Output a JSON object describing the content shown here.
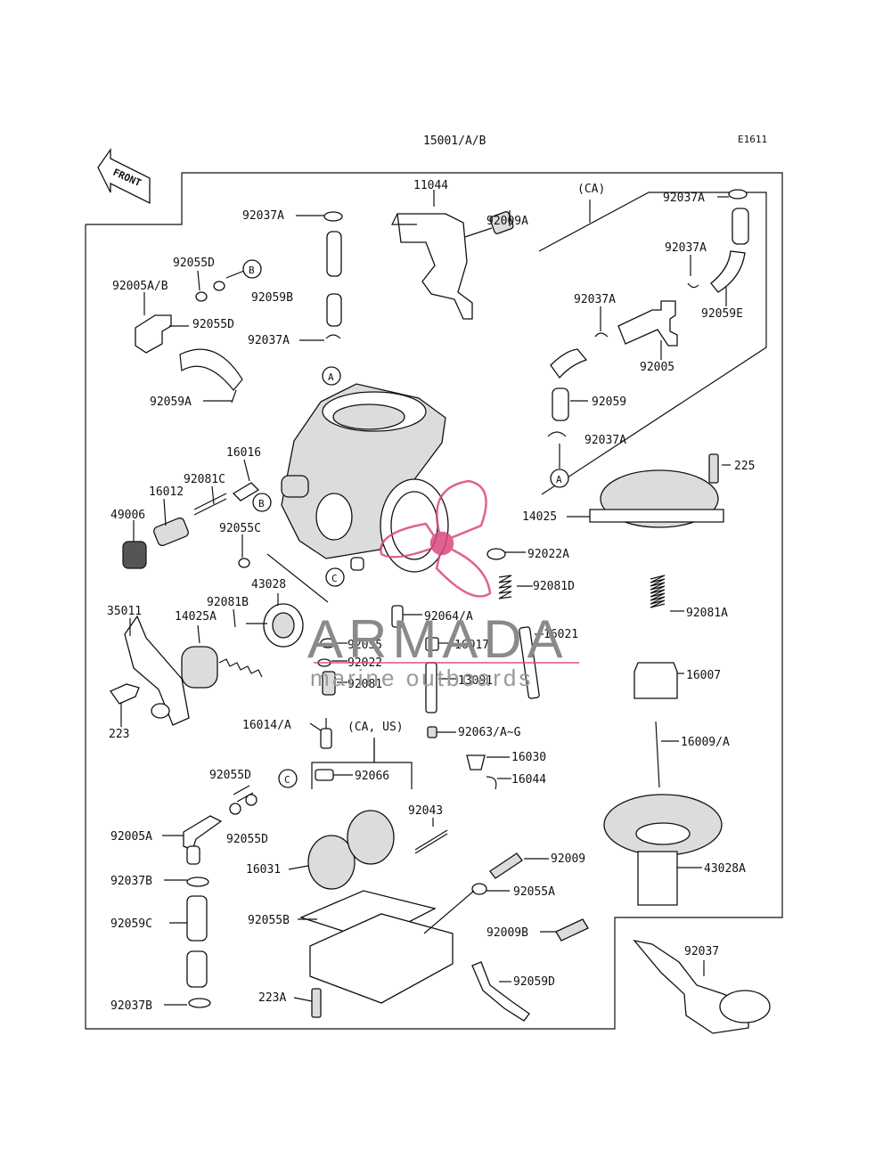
{
  "header": {
    "assembly": "15001/A/B",
    "code": "E1611",
    "front": "FRONT"
  },
  "callouts": {
    "c_A1": "A",
    "c_A2": "A",
    "c_B1": "B",
    "c_B2": "B",
    "c_C1": "C",
    "c_C2": "C"
  },
  "groups": {
    "ca": "(CA)",
    "ca_us": "(CA, US)"
  },
  "parts": {
    "p11044": "11044",
    "p92009A": "92009A",
    "p92037A_1": "92037A",
    "p92037A_2": "92037A",
    "p92037A_3": "92037A",
    "p92037A_4": "92037A",
    "p92037A_5": "92037A",
    "p92037A_6": "92037A",
    "p92055D_1": "92055D",
    "p92055D_2": "92055D",
    "p92055D_3": "92055D",
    "p92055D_4": "92055D",
    "p92005AB": "92005A/B",
    "p92059B": "92059B",
    "p92059E": "92059E",
    "p92005": "92005",
    "p92059A": "92059A",
    "p92059": "92059",
    "p16016": "16016",
    "p92081C": "92081C",
    "p16012": "16012",
    "p49006": "49006",
    "p92055C": "92055C",
    "p225": "225",
    "p14025": "14025",
    "p92022A": "92022A",
    "p92081D": "92081D",
    "p43028": "43028",
    "p35011": "35011",
    "p14025A": "14025A",
    "p92081B": "92081B",
    "p92064A": "92064/A",
    "p92055": "92055",
    "p16017": "16017",
    "p16021": "16021",
    "p92081A": "92081A",
    "p92022": "92022",
    "p92081": "92081",
    "p13091": "13091",
    "p16007": "16007",
    "p223": "223",
    "p16014A": "16014/A",
    "p92063": "92063/A~G",
    "p16009A": "16009/A",
    "p16030": "16030",
    "p16044": "16044",
    "p92066": "92066",
    "p92005A": "92005A",
    "p92043": "92043",
    "p92009": "92009",
    "p16031": "16031",
    "p43028A": "43028A",
    "p92037B_1": "92037B",
    "p92037B_2": "92037B",
    "p92055A": "92055A",
    "p92059C": "92059C",
    "p92055B": "92055B",
    "p92009B": "92009B",
    "p92037": "92037",
    "p92059D": "92059D",
    "p223A": "223A"
  },
  "watermark": {
    "brand": "ARMADA",
    "tagline": "marine outboards",
    "colors": {
      "gray": "#8a8a8a",
      "pink": "#d9487f"
    }
  }
}
